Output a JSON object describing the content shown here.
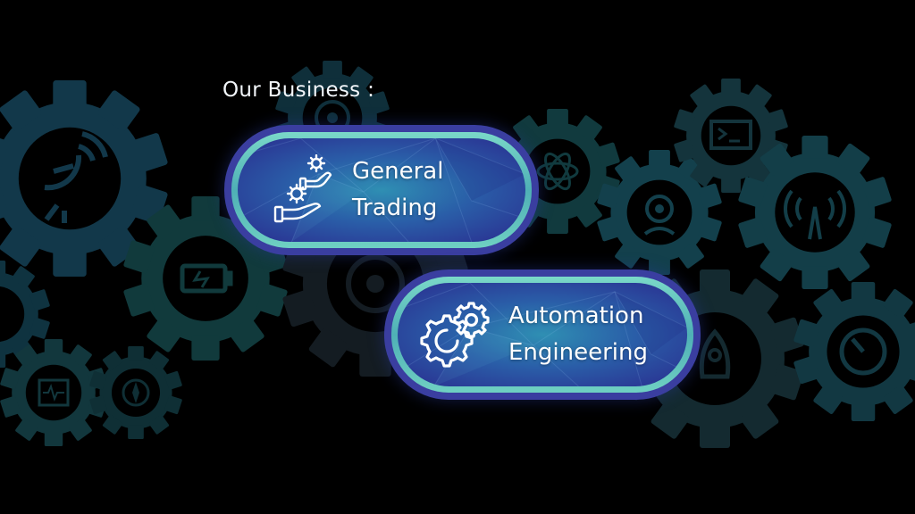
{
  "heading": "Our Business :",
  "cards": [
    {
      "line1": "General",
      "line2": "Trading",
      "icon": "hand-gear-icon"
    },
    {
      "line1": "Automation",
      "line2": "Engineering",
      "icon": "gears-icon"
    }
  ],
  "colors": {
    "background": "#000000",
    "pill_outer": "#3a3ea0",
    "pill_ring": "#6fd0c2",
    "pill_inner": "#2a5ea8",
    "gear": "#123a45"
  }
}
